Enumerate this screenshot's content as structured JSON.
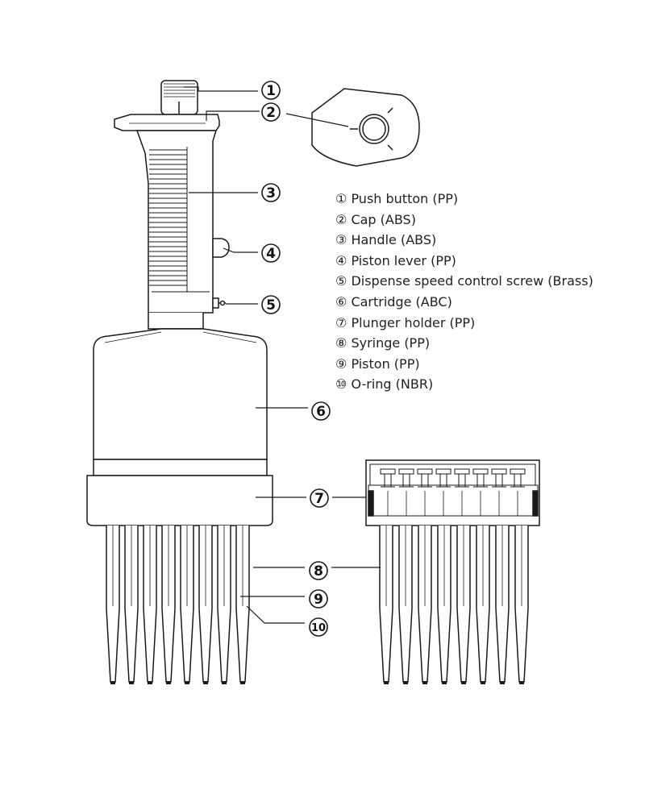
{
  "callouts": [
    "①",
    "②",
    "③",
    "④",
    "⑤",
    "⑥",
    "⑦",
    "⑧",
    "⑨",
    "⑩"
  ],
  "parts": [
    {
      "num": "①",
      "label": "Push button (PP)"
    },
    {
      "num": "②",
      "label": "Cap (ABS)"
    },
    {
      "num": "③",
      "label": "Handle (ABS)"
    },
    {
      "num": "④",
      "label": "Piston lever (PP)"
    },
    {
      "num": "⑤",
      "label": "Dispense speed control screw (Brass)"
    },
    {
      "num": "⑥",
      "label": "Cartridge (ABC)"
    },
    {
      "num": "⑦",
      "label": "Plunger holder (PP)"
    },
    {
      "num": "⑧",
      "label": "Syringe (PP)"
    },
    {
      "num": "⑨",
      "label": "Piston (PP)"
    },
    {
      "num": "⑩",
      "label": "O-ring (NBR)"
    }
  ],
  "colors": {
    "line": "#1a1a1a",
    "background": "#ffffff"
  }
}
